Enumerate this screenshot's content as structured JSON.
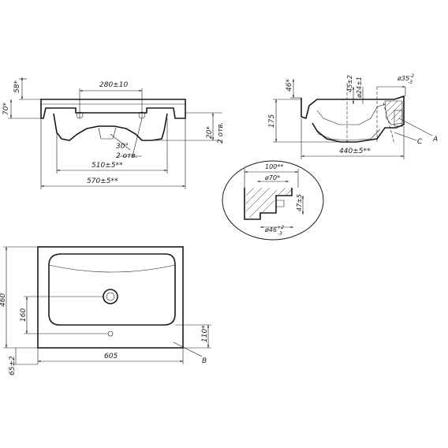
{
  "front_view": {
    "dim_top_height": "58*",
    "dim_rim": "70*",
    "dim_holes": "280±10",
    "dim_angle": "30°",
    "dim_two_holes": "2 отв.",
    "dim_inner": "510±5**",
    "dim_overall": "570±5**",
    "dim_side_20": "20*",
    "dim_side_holes": "2 отв."
  },
  "side_view": {
    "dim_46": "46*",
    "dim_45": "45±2",
    "dim_24": "ø24±1",
    "dim_35": "ø35",
    "dim_35_tol_upper": "-2",
    "dim_35_tol_lower": "-3",
    "dim_175": "175",
    "dim_440": "440±5**",
    "label_a": "A",
    "label_c": "C"
  },
  "detail_view": {
    "dim_100": "100**",
    "dim_70": "ø70*",
    "dim_47": "47±5",
    "dim_46": "ø46",
    "dim_46_tol_upper": "+2",
    "dim_46_tol_lower": "-3"
  },
  "plan_view": {
    "dim_460": "460",
    "dim_160": "160",
    "dim_65": "65±2",
    "dim_110": "110*",
    "dim_605": "605",
    "label_b": "B"
  }
}
